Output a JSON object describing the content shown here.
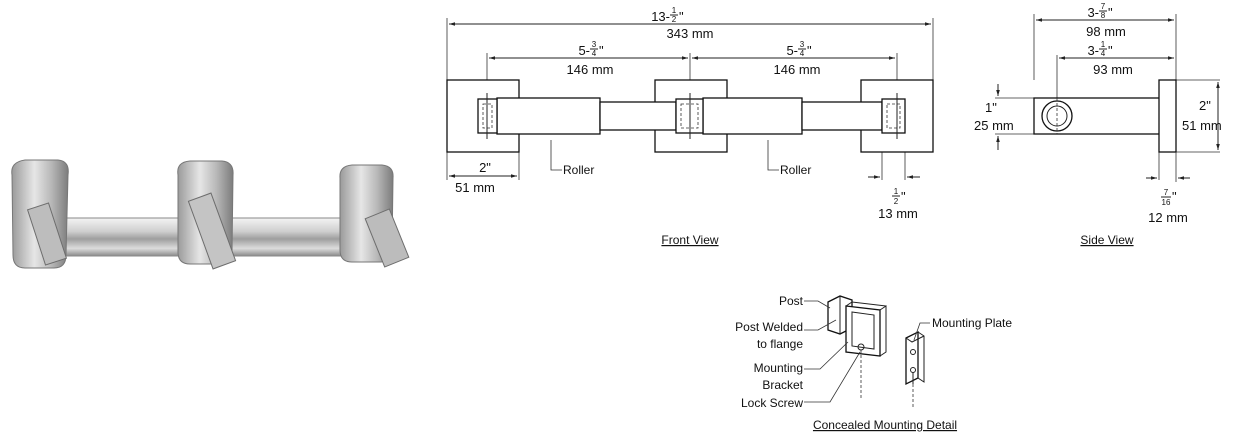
{
  "front_view": {
    "caption": "Front View",
    "overall_width": {
      "frac": "13-1/2\"",
      "whole": "13-",
      "num": "1",
      "den": "2",
      "metric": "343 mm"
    },
    "span_left": {
      "whole": "5-",
      "num": "3",
      "den": "4",
      "metric": "146 mm"
    },
    "span_right": {
      "whole": "5-",
      "num": "3",
      "den": "4",
      "metric": "146 mm"
    },
    "flange_width": {
      "imperial": "2\"",
      "metric": "51 mm"
    },
    "post_offset": {
      "num": "1",
      "den": "2",
      "metric": "13 mm"
    },
    "roller_label_left": "Roller",
    "roller_label_right": "Roller"
  },
  "side_view": {
    "caption": "Side View",
    "depth": {
      "whole": "3-",
      "num": "7",
      "den": "8",
      "metric": "98 mm"
    },
    "roller_center": {
      "whole": "3-",
      "num": "1",
      "den": "4",
      "metric": "93 mm"
    },
    "roller_height": {
      "imperial": "1\"",
      "metric": "25 mm"
    },
    "flange_height": {
      "imperial": "2\"",
      "metric": "51 mm"
    },
    "flange_thickness": {
      "num": "7",
      "den": "16",
      "metric": "12 mm"
    }
  },
  "mounting_detail": {
    "caption": "Concealed Mounting Detail",
    "post": "Post",
    "post_welded_1": "Post Welded",
    "post_welded_2": "to flange",
    "bracket_1": "Mounting",
    "bracket_2": "Bracket",
    "lock_screw": "Lock Screw",
    "mounting_plate": "Mounting Plate"
  }
}
